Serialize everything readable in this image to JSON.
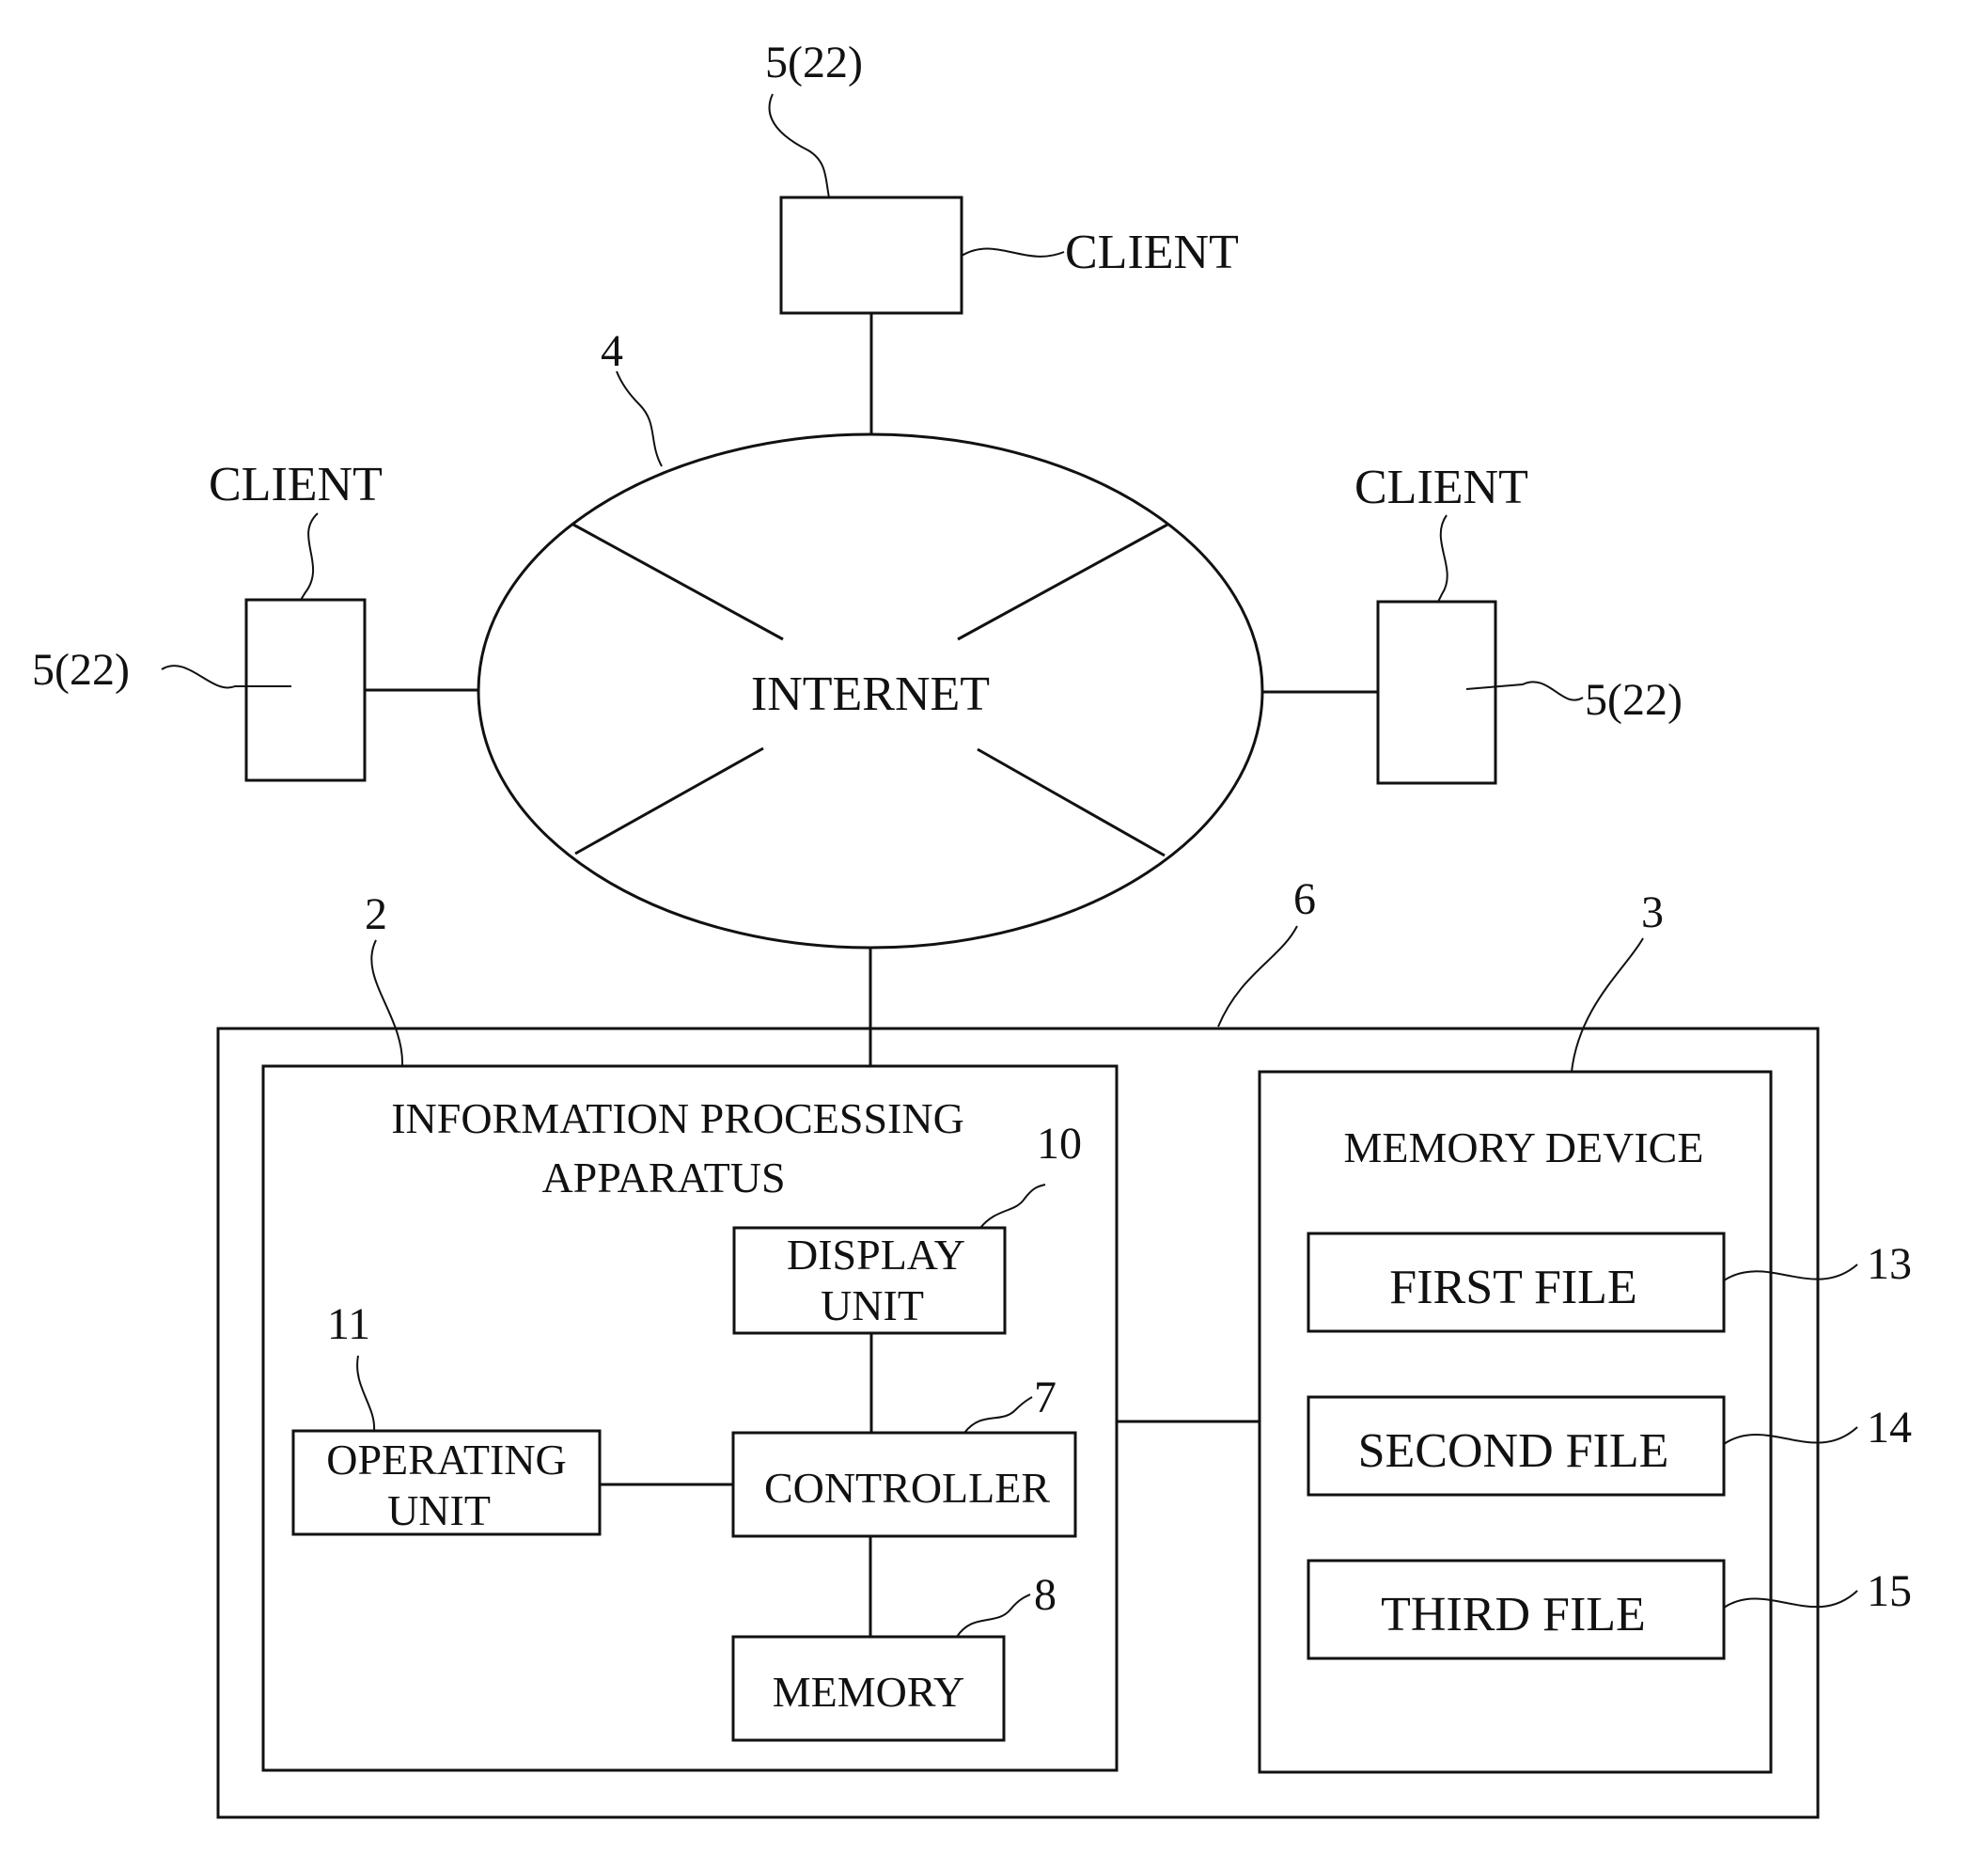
{
  "network": {
    "ref": "4",
    "label": "INTERNET"
  },
  "clients": {
    "top": {
      "label": "CLIENT",
      "ref": "5(22)"
    },
    "left": {
      "label": "CLIENT",
      "ref": "5(22)"
    },
    "right": {
      "label": "CLIENT",
      "ref": "5(22)"
    }
  },
  "system": {
    "ref": "6"
  },
  "apparatus": {
    "ref": "2",
    "title_line1": "INFORMATION PROCESSING",
    "title_line2": "APPARATUS",
    "display_unit": {
      "ref": "10",
      "line1": "DISPLAY",
      "line2": "UNIT"
    },
    "operating_unit": {
      "ref": "11",
      "line1": "OPERATING",
      "line2": "UNIT"
    },
    "controller": {
      "ref": "7",
      "label": "CONTROLLER"
    },
    "memory": {
      "ref": "8",
      "label": "MEMORY"
    }
  },
  "memory_device": {
    "ref": "3",
    "title": "MEMORY DEVICE",
    "files": [
      {
        "label": "FIRST FILE",
        "ref": "13"
      },
      {
        "label": "SECOND FILE",
        "ref": "14"
      },
      {
        "label": "THIRD FILE",
        "ref": "15"
      }
    ]
  }
}
